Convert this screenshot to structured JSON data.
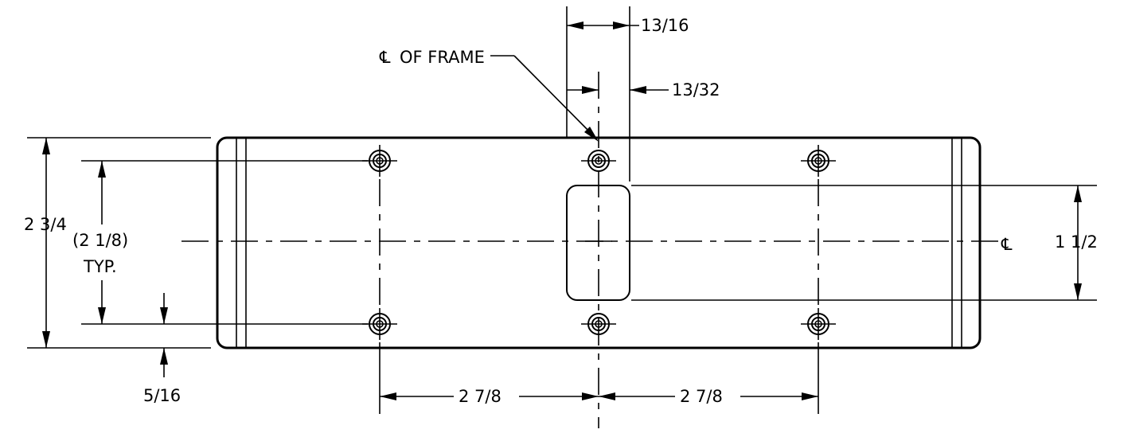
{
  "dimensions": {
    "overall_height": "2 3/4",
    "hole_spacing_vertical": "(2 1/8)",
    "hole_spacing_typ": "TYP.",
    "edge_offset": "5/16",
    "slot_width": "13/16",
    "slot_half_width": "13/32",
    "slot_height": "1 1/2",
    "hole_spacing_left": "2 7/8",
    "hole_spacing_right": "2 7/8"
  },
  "labels": {
    "centerline_of_frame": "OF FRAME",
    "centerline_symbol": "℄"
  }
}
